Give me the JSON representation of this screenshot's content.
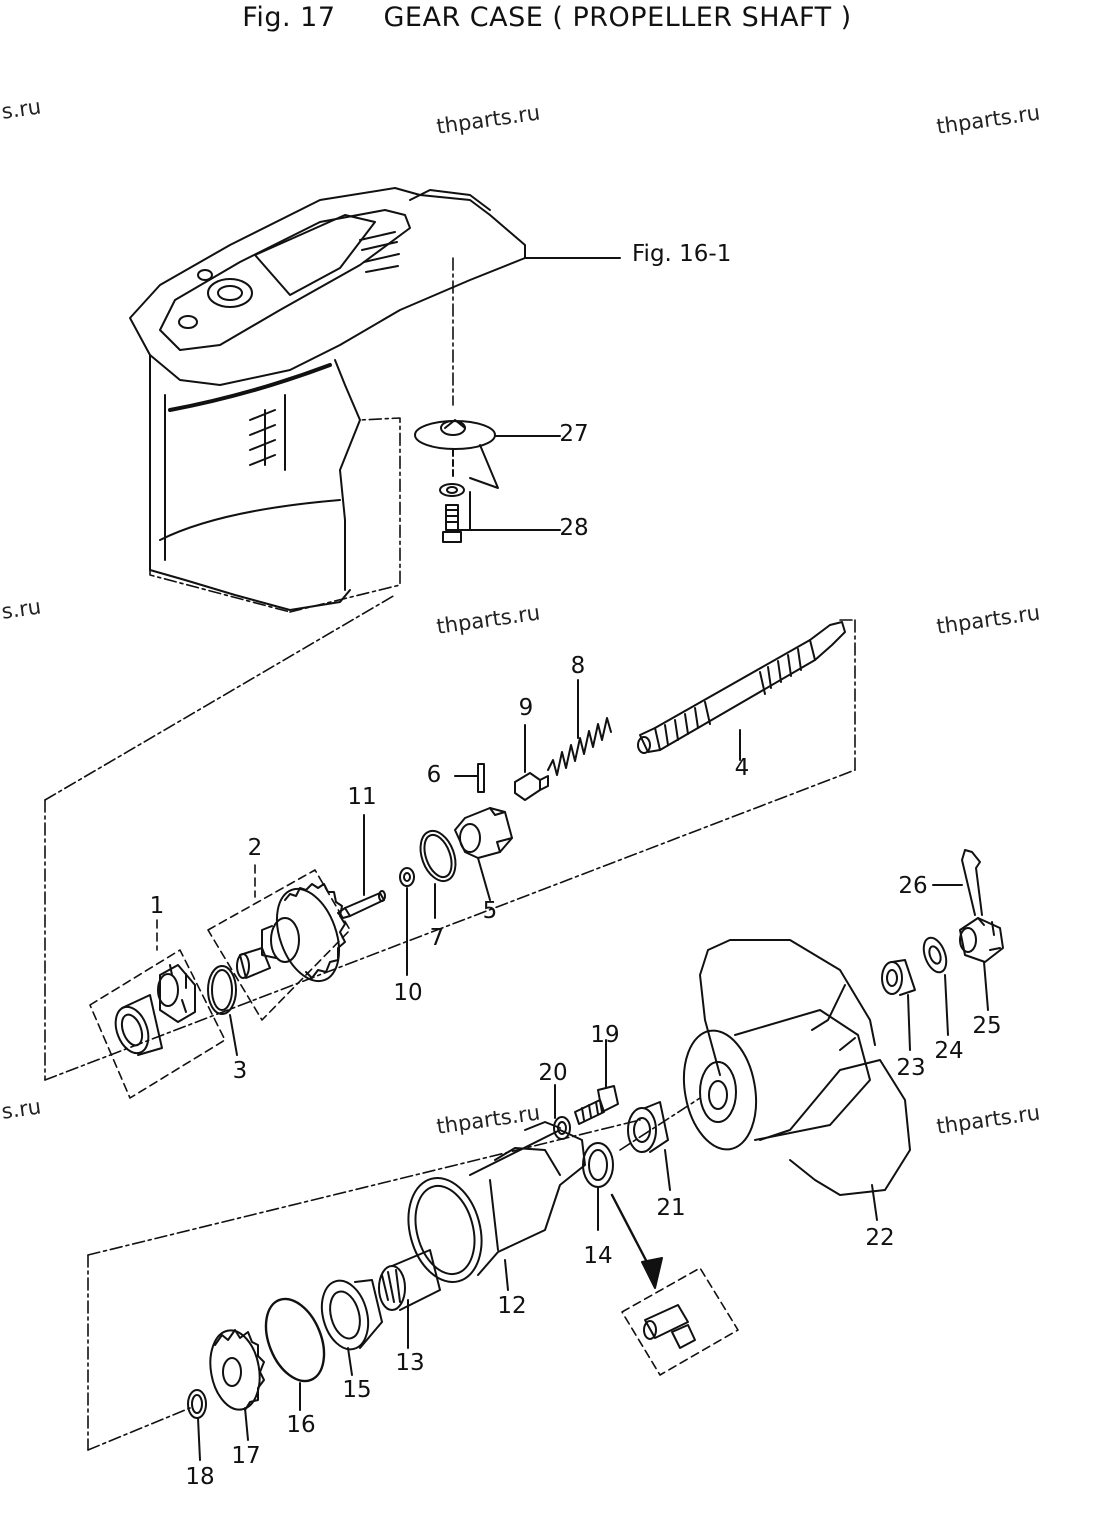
{
  "title": {
    "fig": "Fig. 17",
    "name": "GEAR CASE ( PROPELLER SHAFT )"
  },
  "watermark": "thparts.ru",
  "watermark_partial": "s.ru",
  "fig_reference": "Fig. 16-1",
  "parts": [
    "1",
    "2",
    "3",
    "4",
    "5",
    "6",
    "7",
    "8",
    "9",
    "10",
    "11",
    "12",
    "13",
    "14",
    "15",
    "16",
    "17",
    "18",
    "19",
    "20",
    "21",
    "22",
    "23",
    "24",
    "25",
    "26",
    "27",
    "28"
  ]
}
